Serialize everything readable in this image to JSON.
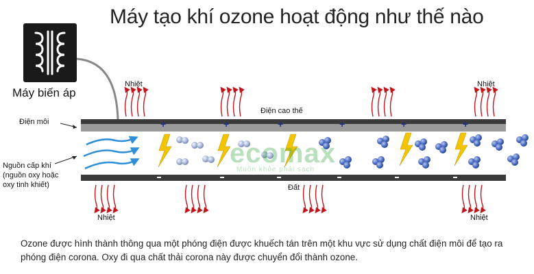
{
  "title": "Máy tạo khí ozone hoạt động như thế nào",
  "labels": {
    "transformer": "Máy biến áp",
    "dielectric": "Điện môi",
    "high_voltage": "Điện cao thế",
    "ground": "Đất",
    "gas_source_line1": "Nguồn cấp khí",
    "gas_source_line2": "(nguồn oxy hoặc",
    "gas_source_line3": "oxy tinh khiết)",
    "heat": "Nhiệt"
  },
  "watermark": {
    "brand": "ecomax",
    "slogan": "Muốn khỏe phải sạch"
  },
  "caption": "Ozone được hình thành thông qua một phóng điện được khuếch tán trên một khu vực sử dụng chất điện môi để tạo ra phóng điện corona. Oxy đi qua chất thải corona này được chuyển đổi thành ozone.",
  "colors": {
    "plate": "#3a3a3a",
    "dielectric": "#9a9a9a",
    "heat_arrow": "#c0161b",
    "air_arrow": "#2c8fd8",
    "lightning": "#f2c500",
    "molecule": "#3b5fb0",
    "transformer_bg": "#1a1a1a"
  },
  "icons": [
    "transformer-coil-icon",
    "lightning-icon",
    "oxygen-molecule-icon",
    "ozone-molecule-icon",
    "heat-arrow-icon",
    "airflow-arrow-icon"
  ]
}
